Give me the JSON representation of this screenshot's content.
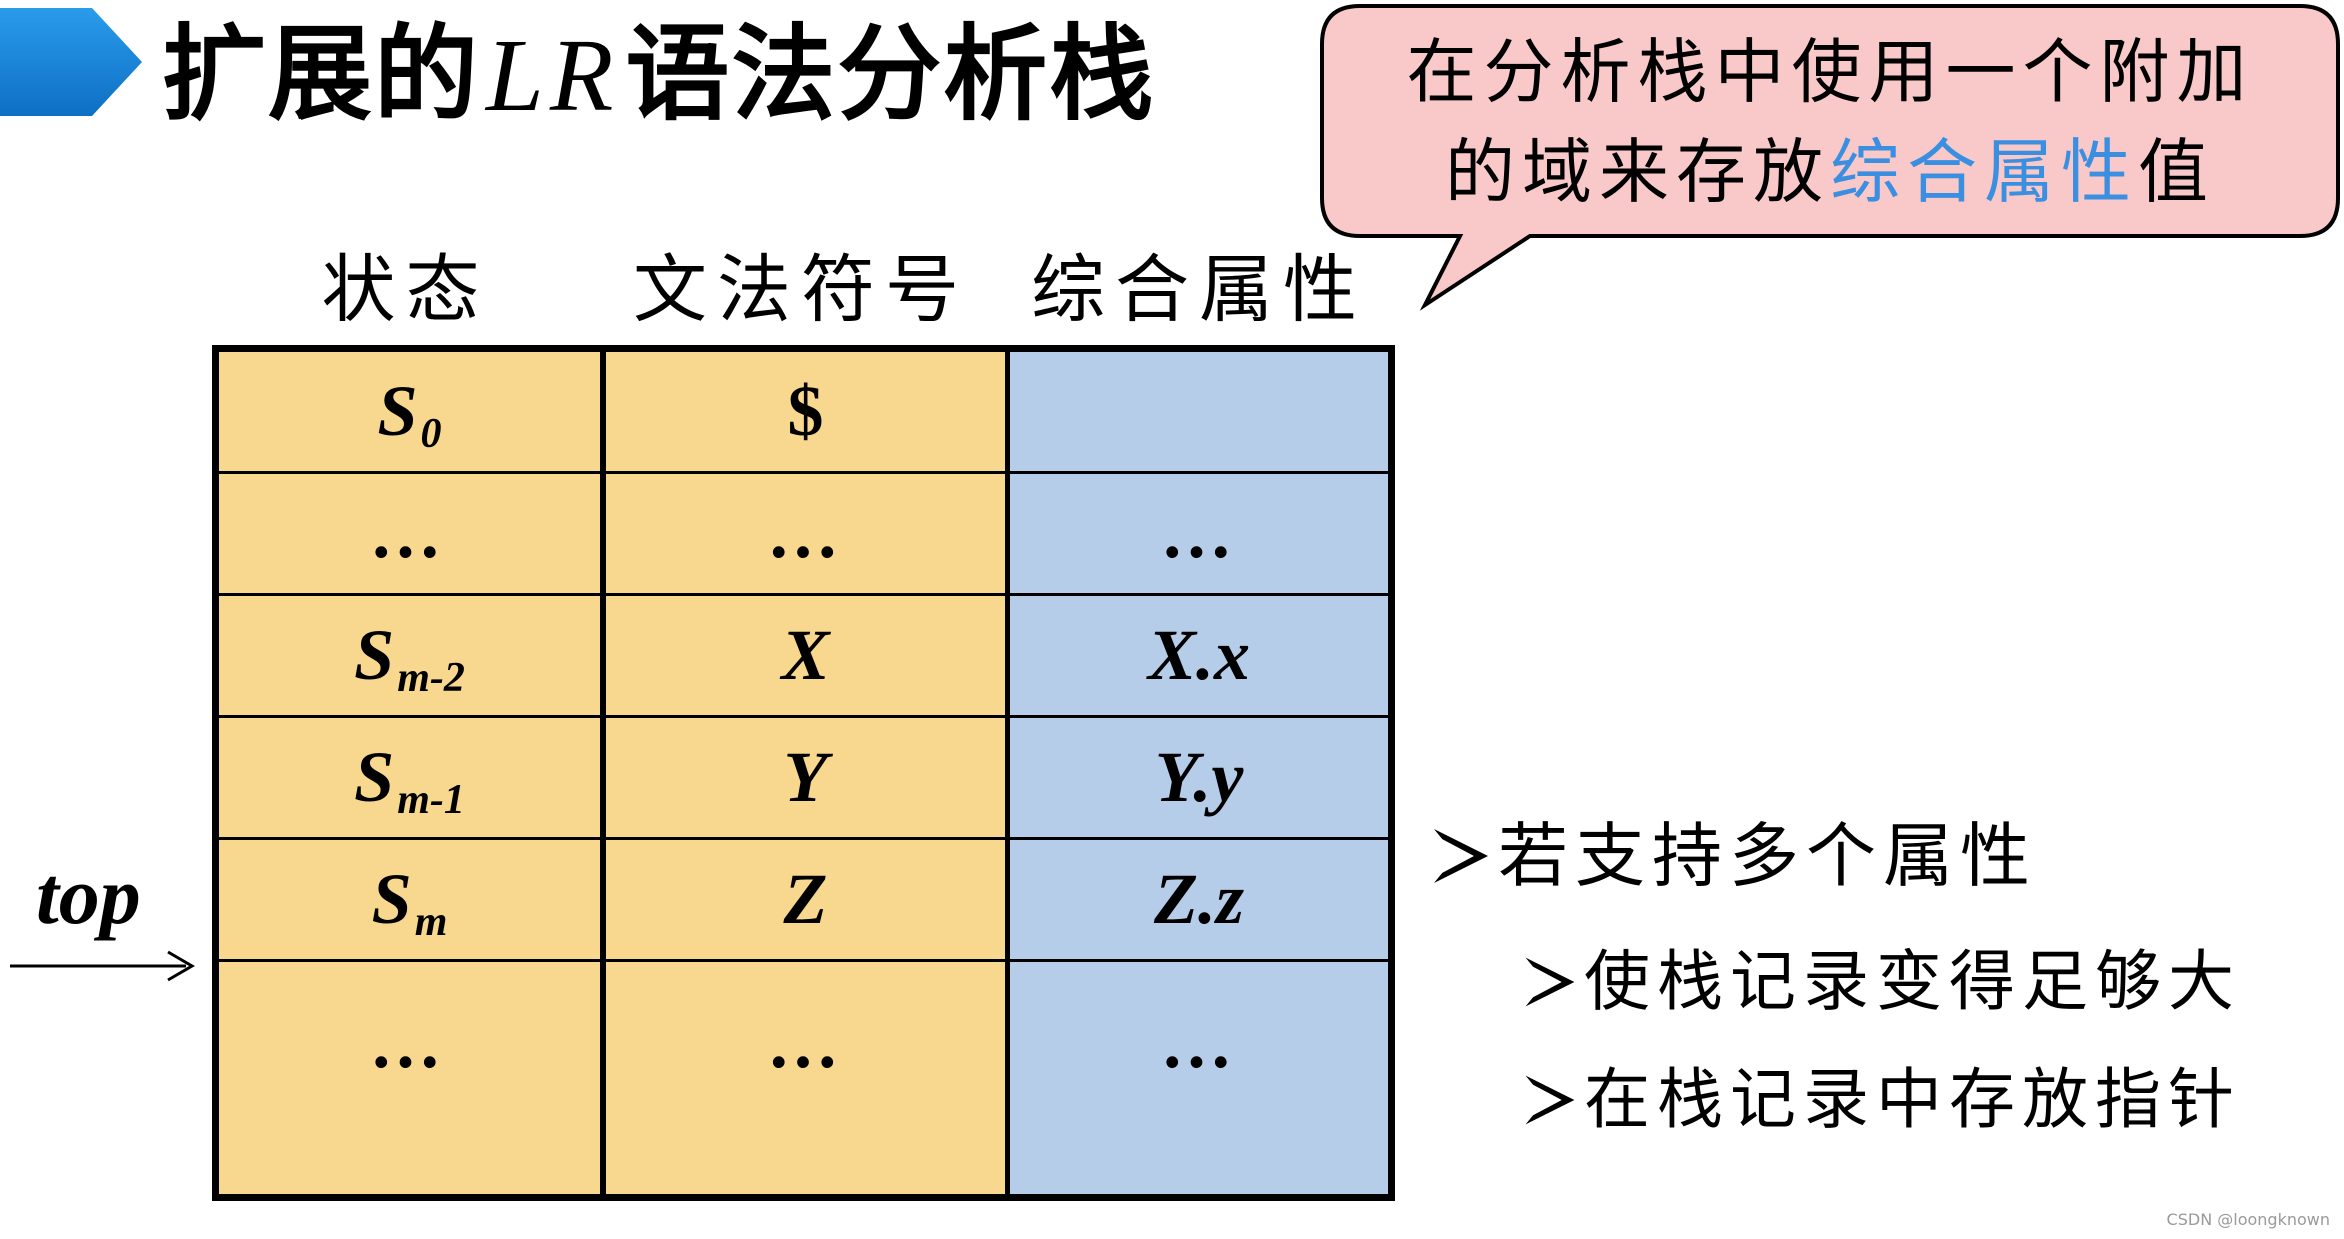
{
  "title": {
    "prefix": "扩展的",
    "grammar": "LR",
    "suffix": "语法分析栈"
  },
  "callout": {
    "line1": "在分析栈中使用一个附加",
    "line2_before": "的域来存放",
    "line2_highlight": "综合属性",
    "line2_after": "值"
  },
  "headers": {
    "state": "状态",
    "symbol": "文法符号",
    "attribute": "综合属性"
  },
  "rows": [
    {
      "state": "S",
      "state_sub": "0",
      "symbol": "$",
      "attr": ""
    },
    {
      "state": "…",
      "state_sub": "",
      "symbol": "…",
      "attr": "…"
    },
    {
      "state": "S",
      "state_sub": "m-2",
      "symbol": "X",
      "attr": "X.x"
    },
    {
      "state": "S",
      "state_sub": "m-1",
      "symbol": "Y",
      "attr": "Y.y"
    },
    {
      "state": "S",
      "state_sub": "m",
      "symbol": "Z",
      "attr": "Z.z"
    },
    {
      "state": "…",
      "state_sub": "",
      "symbol": "…",
      "attr": "…"
    }
  ],
  "pointer_label": "top",
  "bullets": {
    "main": "若支持多个属性",
    "sub1": "使栈记录变得足够大",
    "sub2": "在栈记录中存放指针"
  },
  "watermark": "CSDN @loongknown",
  "colors": {
    "state_symbol_fill": "#f8d78e",
    "attribute_fill": "#b6cdea",
    "callout_fill": "#f9c9c9",
    "highlight": "#3b8fe0",
    "title_arrow": "#1585db"
  }
}
